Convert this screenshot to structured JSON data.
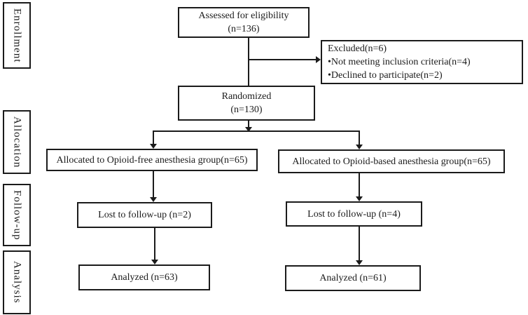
{
  "figure": {
    "background": "#ffffff",
    "line_color": "#1b1b1b",
    "stages": [
      {
        "label": "Enrollment"
      },
      {
        "label": "Allocation"
      },
      {
        "label": "Follow-up"
      },
      {
        "label": "Analysis"
      }
    ],
    "boxes": {
      "assessed": {
        "line1": "Assessed for eligibility",
        "line2": "(n=136)"
      },
      "excluded": {
        "line1": "Excluded(n=6)",
        "line2": "•Not meeting inclusion criteria(n=4)",
        "line3": "•Declined to participate(n=2)"
      },
      "randomized": {
        "line1": "Randomized",
        "line2": "(n=130)"
      },
      "allocated_left": {
        "label": "Allocated to Opioid-free anesthesia group(n=65)"
      },
      "allocated_right": {
        "label": "Allocated to Opioid-based anesthesia group(n=65)"
      },
      "lost_left": {
        "label": "Lost to follow-up (n=2)"
      },
      "lost_right": {
        "label": "Lost to follow-up (n=4)"
      },
      "analyzed_left": {
        "label": "Analyzed (n=63)"
      },
      "analyzed_right": {
        "label": "Analyzed (n=61)"
      }
    }
  }
}
